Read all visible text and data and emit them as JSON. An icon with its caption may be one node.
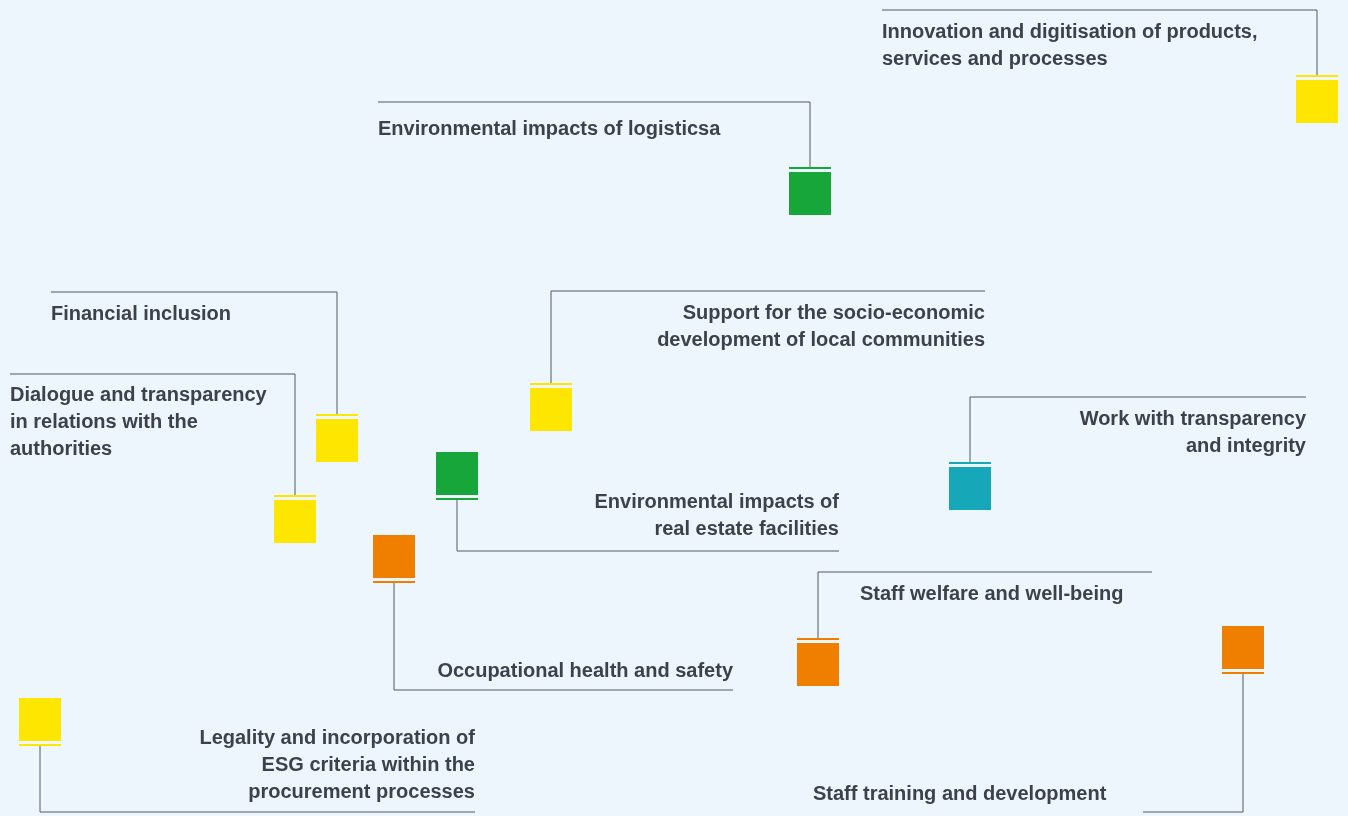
{
  "diagram": {
    "nodes": [
      {
        "text": [
          "Innovation and digitisation of products, services and processes"
        ]
      },
      {
        "text": [],
        "shape": "box"
      },
      {
        "text": [
          "Environmental impacts of logisticsa"
        ]
      },
      {
        "text": [],
        "shape": "box"
      },
      {
        "text": [
          "Financial inclusion"
        ]
      },
      {
        "text": [],
        "shape": "box"
      },
      {
        "text": [
          "Support for the socio-economic development of local communities"
        ]
      },
      {
        "text": [],
        "shape": "box"
      },
      {
        "text": [
          "Dialogue and transparency in relations with the authorities"
        ]
      },
      {
        "text": [],
        "shape": "box"
      },
      {
        "text": [
          "Work with transparency and integrity"
        ]
      },
      {
        "text": [],
        "shape": "box"
      },
      {
        "text": [],
        "shape": "box"
      },
      {
        "text": [
          "Environmental impacts of real estate facilities"
        ]
      },
      {
        "text": [],
        "shape": "box"
      },
      {
        "text": [
          "Occupational health and safety"
        ]
      },
      {
        "text": [
          "Staff welfare and well-being"
        ]
      },
      {
        "text": [],
        "shape": "box"
      },
      {
        "text": [],
        "shape": "box"
      },
      {
        "text": [
          "Staff training and development"
        ]
      },
      {
        "text": [],
        "shape": "box"
      },
      {
        "text": [
          "Legality and incorporation of ESG criteria within the procurement processes"
        ]
      }
    ],
    "edges": [
      {
        "from": 0,
        "to": 1,
        "arrow": "none"
      },
      {
        "from": 2,
        "to": 3,
        "arrow": "none"
      },
      {
        "from": 4,
        "to": 5,
        "arrow": "none"
      },
      {
        "from": 6,
        "to": 7,
        "arrow": "none"
      },
      {
        "from": 8,
        "to": 9,
        "arrow": "none"
      },
      {
        "from": 10,
        "to": 11,
        "arrow": "none"
      },
      {
        "from": 13,
        "to": 12,
        "arrow": "none"
      },
      {
        "from": 15,
        "to": 14,
        "arrow": "none"
      },
      {
        "from": 16,
        "to": 17,
        "arrow": "none"
      },
      {
        "from": 19,
        "to": 18,
        "arrow": "none"
      },
      {
        "from": 21,
        "to": 20,
        "arrow": "none"
      }
    ]
  }
}
